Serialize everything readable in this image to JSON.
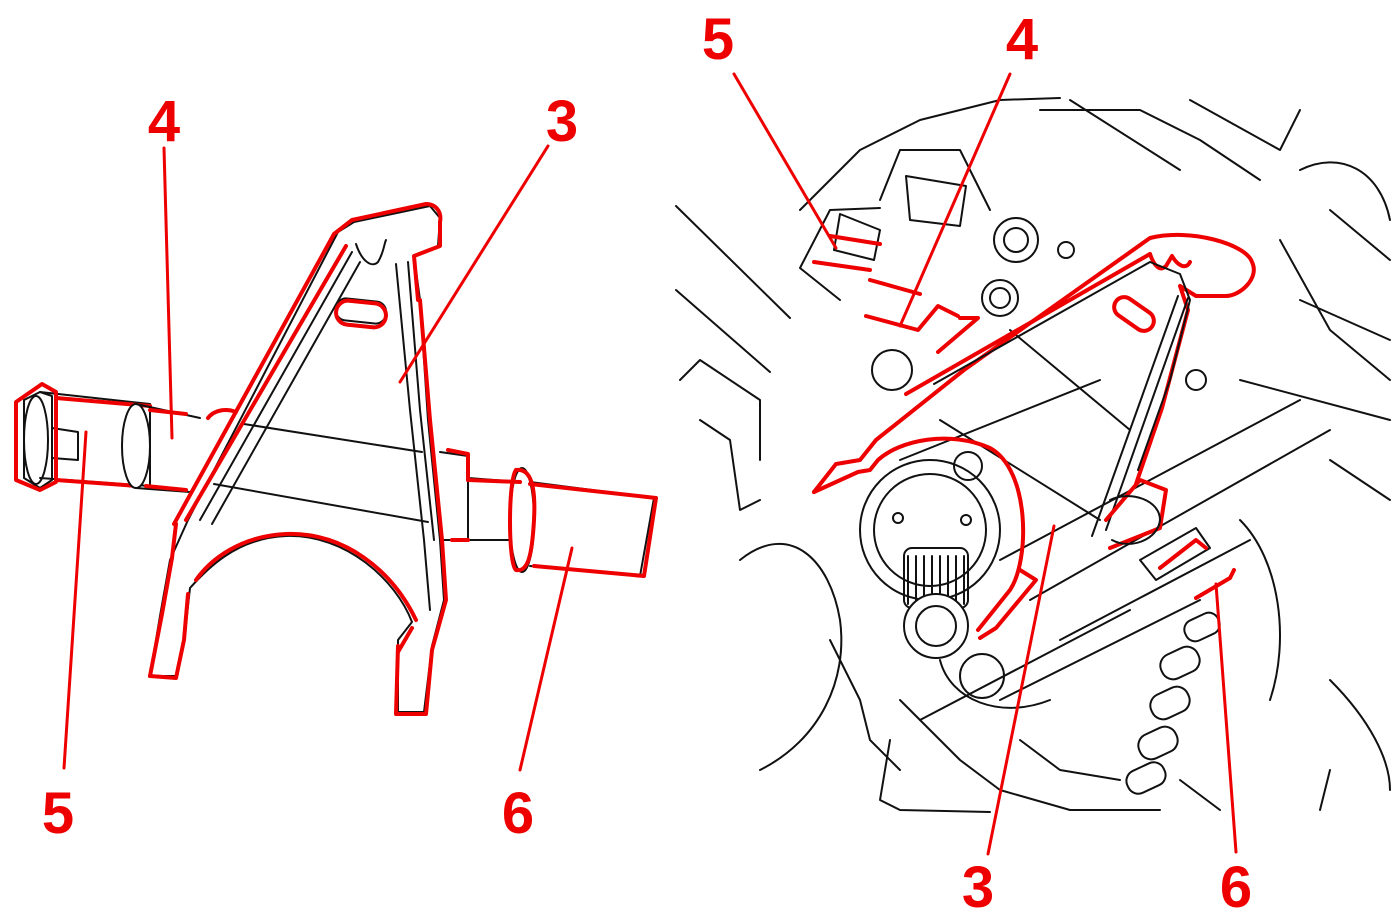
{
  "colors": {
    "callout": "#ee0000",
    "linework": "#111111",
    "background": "#ffffff"
  },
  "left_view": {
    "callouts": {
      "fork": "3",
      "shaft_collar": "4",
      "shaft_end": "5",
      "shaft_right": "6"
    }
  },
  "right_view": {
    "callouts": {
      "fork": "3",
      "shaft_collar": "4",
      "shaft_end": "5",
      "shaft_right": "6"
    }
  }
}
